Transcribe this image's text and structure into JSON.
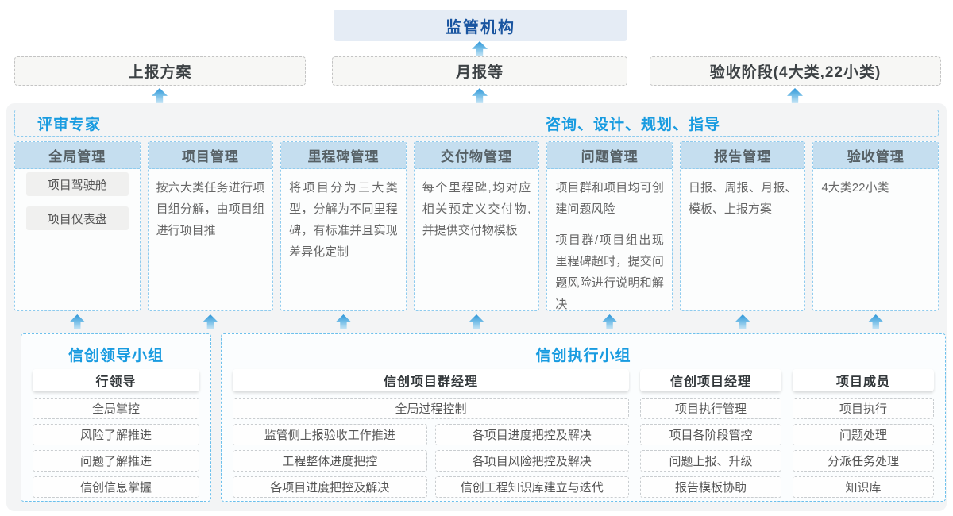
{
  "colors": {
    "accent_blue": "#189be0",
    "dark_blue": "#1a55a0",
    "arrow_blue": "#2d95d8",
    "column_header_bg": "#c5deef",
    "top_box_bg": "#e5ecf5"
  },
  "top": {
    "regulator_label": "监管机构"
  },
  "report_row": {
    "items": [
      {
        "label": "上报方案"
      },
      {
        "label": "月报等"
      },
      {
        "label": "验收阶段(4大类,22小类)"
      }
    ]
  },
  "expert_panel": {
    "left_title": "评审专家",
    "right_title": "咨询、设计、规划、指导",
    "columns": [
      {
        "header": "全局管理",
        "boxes": [
          "项目驾驶舱",
          "项目仪表盘"
        ]
      },
      {
        "header": "项目管理",
        "paragraphs": [
          "按六大类任务进行项目组分解，由项目组进行项目推"
        ]
      },
      {
        "header": "里程碑管理",
        "paragraphs": [
          "将项目分为三大类型，分解为不同里程碑，有标准并且实现差异化定制"
        ]
      },
      {
        "header": "交付物管理",
        "paragraphs": [
          "每个里程碑,均对应相关预定义交付物,并提供交付物模板"
        ]
      },
      {
        "header": "问题管理",
        "paragraphs": [
          "项目群和项目均可创建问题风险",
          "项目群/项目组出现里程碑超时，提交问题风险进行说明和解决"
        ]
      },
      {
        "header": "报告管理",
        "paragraphs": [
          "日报、周报、月报、模板、上报方案"
        ]
      },
      {
        "header": "验收管理",
        "paragraphs": [
          "4大类22小类"
        ]
      }
    ]
  },
  "groups": {
    "leader": {
      "title": "信创领导小组",
      "role": "行领导",
      "items": [
        "全局掌控",
        "风险了解推进",
        "问题了解推进",
        "信创信息掌握"
      ]
    },
    "exec": {
      "title": "信创执行小组",
      "program_manager": {
        "role": "信创项目群经理",
        "full_width_item": "全局过程控制",
        "left_items": [
          "监管侧上报验收工作推进",
          "工程整体进度把控",
          "各项目进度把控及解决"
        ],
        "right_items": [
          "各项目进度把控及解决",
          "各项目风险把控及解决",
          "信创工程知识库建立与迭代"
        ]
      },
      "project_manager": {
        "role": "信创项目经理",
        "items": [
          "项目执行管理",
          "项目各阶段管控",
          "问题上报、升级",
          "报告模板协助"
        ]
      },
      "member": {
        "role": "项目成员",
        "items": [
          "项目执行",
          "问题处理",
          "分派任务处理",
          "知识库"
        ]
      }
    }
  }
}
